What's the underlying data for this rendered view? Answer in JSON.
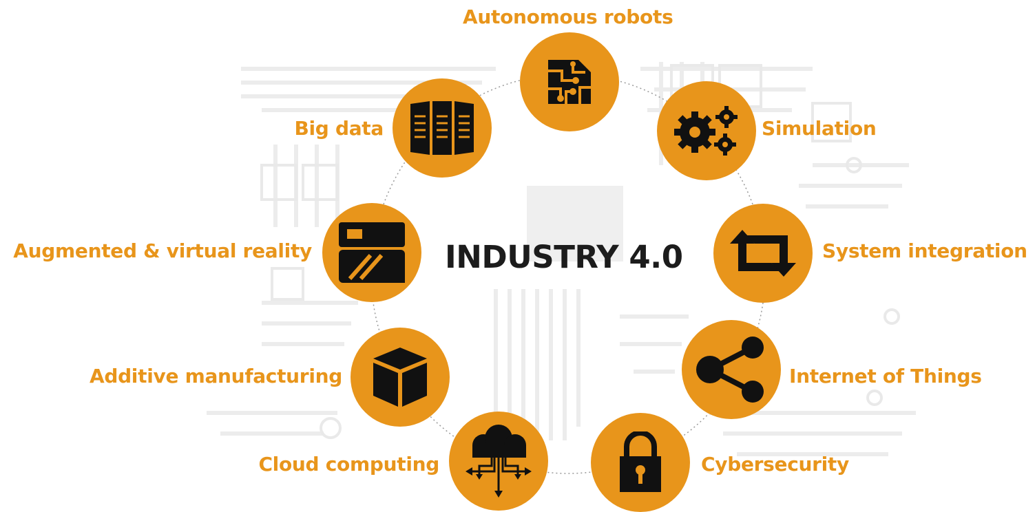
{
  "center": {
    "title": "INDUSTRY 4.0"
  },
  "colors": {
    "accent": "#e8951b",
    "icon": "#111111",
    "title": "#1c1c1c",
    "circuit": "#ececec"
  },
  "nodes": [
    {
      "label": "Autonomous robots",
      "icon": "circuit-chip-icon"
    },
    {
      "label": "Simulation",
      "icon": "gears-icon"
    },
    {
      "label": "System integration",
      "icon": "sync-arrows-icon"
    },
    {
      "label": "Internet of Things",
      "icon": "share-nodes-icon"
    },
    {
      "label": "Cybersecurity",
      "icon": "padlock-icon"
    },
    {
      "label": "Cloud computing",
      "icon": "cloud-network-icon"
    },
    {
      "label": "Additive manufacturing",
      "icon": "cube-icon"
    },
    {
      "label": "Augmented & virtual reality",
      "icon": "vr-headset-icon"
    },
    {
      "label": "Big data",
      "icon": "server-racks-icon"
    }
  ]
}
